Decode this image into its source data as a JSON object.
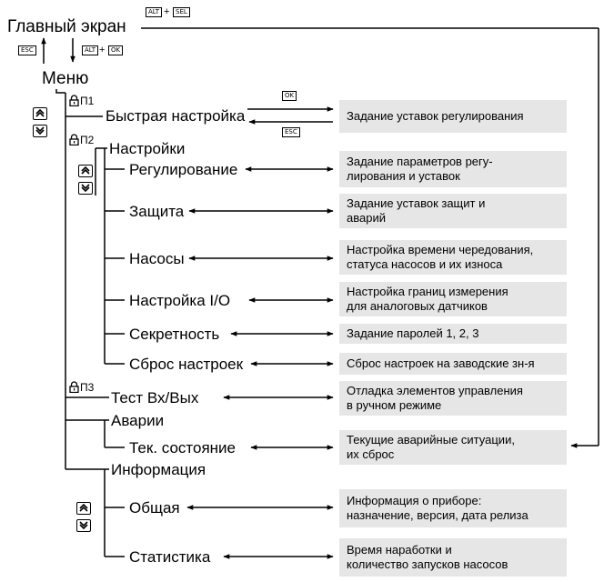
{
  "main_screen": "Главный экран",
  "menu": "Меню",
  "keys": {
    "alt": "ALT",
    "sel": "SEL",
    "ok": "OK",
    "esc": "ESC",
    "plus": "+"
  },
  "password_levels": {
    "p1": "П1",
    "p2": "П2",
    "p3": "П3"
  },
  "menu_items": {
    "quick_setup": "Быстрая настройка",
    "settings": "Настройки",
    "regulation": "Регулирование",
    "protection": "Защита",
    "pumps": "Насосы",
    "io_setup": "Настройка I/O",
    "security": "Секретность",
    "reset": "Сброс настроек",
    "io_test": "Тест Вх/Вых",
    "alarms": "Аварии",
    "current_state": "Тек. состояние",
    "information": "Информация",
    "general": "Общая",
    "statistics": "Статистика"
  },
  "descriptions": {
    "quick_setup": "Задание уставок регулирования",
    "regulation": [
      "Задание параметров регу-",
      "лирования и уставок"
    ],
    "protection": [
      "Задание уставок защит и",
      "аварий"
    ],
    "pumps": [
      "Настройка времени чередования,",
      "статуса насосов и их износа"
    ],
    "io_setup": [
      "Настройка границ измерения",
      "для аналоговых датчиков"
    ],
    "security": "Задание паролей 1, 2, 3",
    "reset": "Сброс настроек на заводские зн-я",
    "io_test": [
      "Отладка элементов управления",
      "в ручном режиме"
    ],
    "current_state": [
      "Текущие аварийные ситуации,",
      "их сброс"
    ],
    "general": [
      "Информация о приборе:",
      "назначение, версия, дата релиза"
    ],
    "statistics": [
      "Время наработки и",
      "количество запусков насосов"
    ]
  },
  "icons": {
    "up_button": "up-arrow-button-icon",
    "down_button": "down-arrow-button-icon",
    "lock": "lock-icon"
  }
}
